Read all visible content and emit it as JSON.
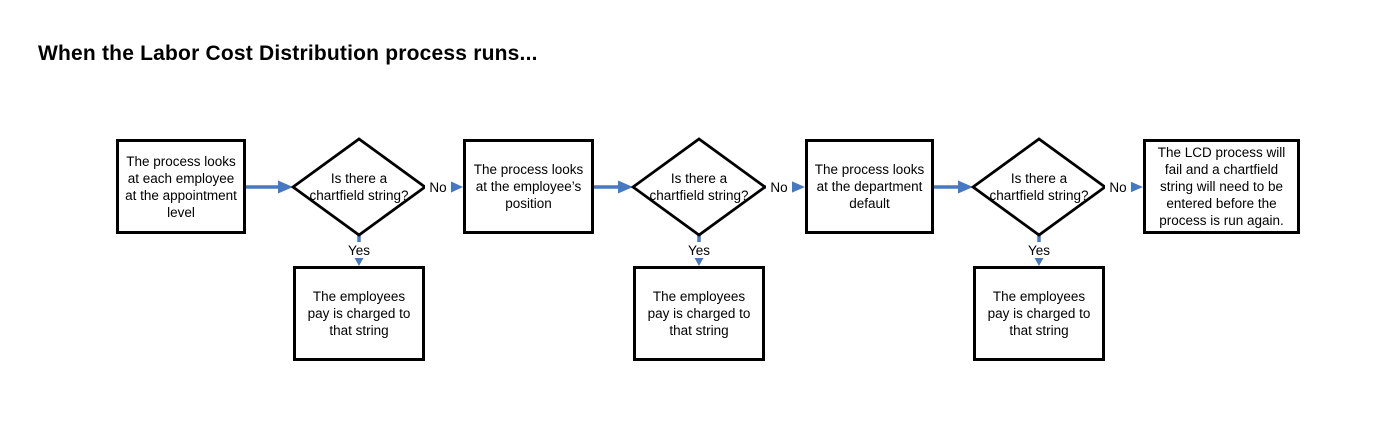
{
  "title": "When the Labor Cost Distribution process runs...",
  "colors": {
    "background": "#FFFFFF",
    "text": "#000000",
    "node_border": "#000000",
    "arrow": "#4678C3"
  },
  "nodes": {
    "step_appointment": {
      "text": "The process looks at each employee at the appointment level"
    },
    "decision_1": {
      "text": "Is there a chartfield string?"
    },
    "step_position": {
      "text": "The process looks at the employee’s position"
    },
    "decision_2": {
      "text": "Is there a chartfield string?"
    },
    "step_department": {
      "text": "The process looks at the department default"
    },
    "decision_3": {
      "text": "Is there a chartfield string?"
    },
    "step_fail": {
      "text": "The LCD process will fail and a chartfield string will need to be entered before the process is run again."
    },
    "outcome_1": {
      "text": "The employees pay is charged to that string"
    },
    "outcome_2": {
      "text": "The employees pay is charged to that string"
    },
    "outcome_3": {
      "text": "The employees pay is charged to that string"
    }
  },
  "edge_labels": {
    "no_1": "No",
    "yes_1": "Yes",
    "no_2": "No",
    "yes_2": "Yes",
    "no_3": "No",
    "yes_3": "Yes"
  }
}
